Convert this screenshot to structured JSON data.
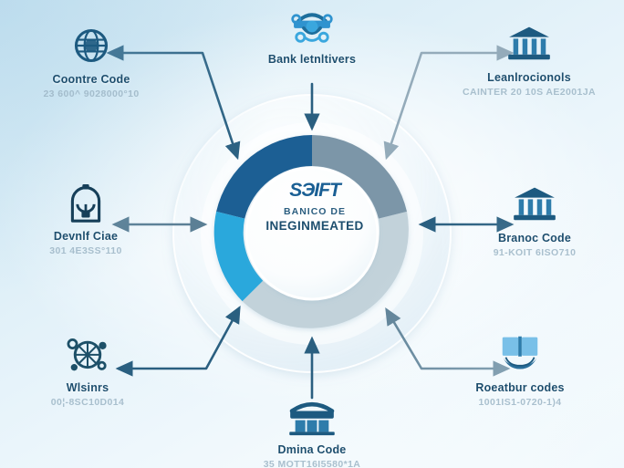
{
  "figure": {
    "title": "SWIFT bank code integration hub diagram",
    "background_colors": [
      "#cfe6f2",
      "#eaf5fb",
      "#fbfdfe"
    ]
  },
  "hub": {
    "logo_text": "SЭIFT",
    "line1": "BANICO DE",
    "line2": "INEGINMEATED"
  },
  "donut": {
    "type": "pie",
    "segments": [
      {
        "label": "dark-blue-segment",
        "color": "#1a5f94",
        "start_deg": 0,
        "end_deg": 82
      },
      {
        "label": "slate-segment",
        "color": "#7c96a8",
        "start_deg": 277,
        "end_deg": 360
      },
      {
        "label": "light-gray-segment",
        "color": "#c2d2da",
        "start_deg": 120,
        "end_deg": 277
      },
      {
        "label": "cyan-segment",
        "color": "#2ca8dc",
        "start_deg": 82,
        "end_deg": 120
      }
    ]
  },
  "nodes": [
    {
      "id": "country-code",
      "icon": "globe-icon",
      "title": "Coontre Code",
      "subtitle": "23 600^ 9028000°10"
    },
    {
      "id": "bank-identifiers",
      "icon": "bank-network-icon",
      "title": "Bank letnltivers",
      "subtitle": ""
    },
    {
      "id": "international",
      "icon": "bank-building-icon",
      "title": "Leanlrocionols",
      "subtitle": "CAINTER 20 10S AE2001JA"
    },
    {
      "id": "vault-code",
      "icon": "vault-icon",
      "title": "Devnlf Ciae",
      "subtitle": "301 4E3SS°110"
    },
    {
      "id": "branch-code",
      "icon": "bank-building-icon",
      "title": "Branoc Code",
      "subtitle": "91-KOIT 6ISO710"
    },
    {
      "id": "wires",
      "icon": "network-node-icon",
      "title": "Wlsinrs",
      "subtitle": "00¦-8SC10D014"
    },
    {
      "id": "domain-code",
      "icon": "bank-hall-icon",
      "title": "Dmina Code",
      "subtitle": "35 MOTT16I5580*1A"
    },
    {
      "id": "router-codes",
      "icon": "book-icon",
      "title": "Roeatbur codes",
      "subtitle": "1001IS1-0720-1)4"
    }
  ],
  "connectors": {
    "accent_dark": "#2a5f80",
    "accent_mid": "#5b7f95",
    "accent_light": "#8aa3b3"
  }
}
